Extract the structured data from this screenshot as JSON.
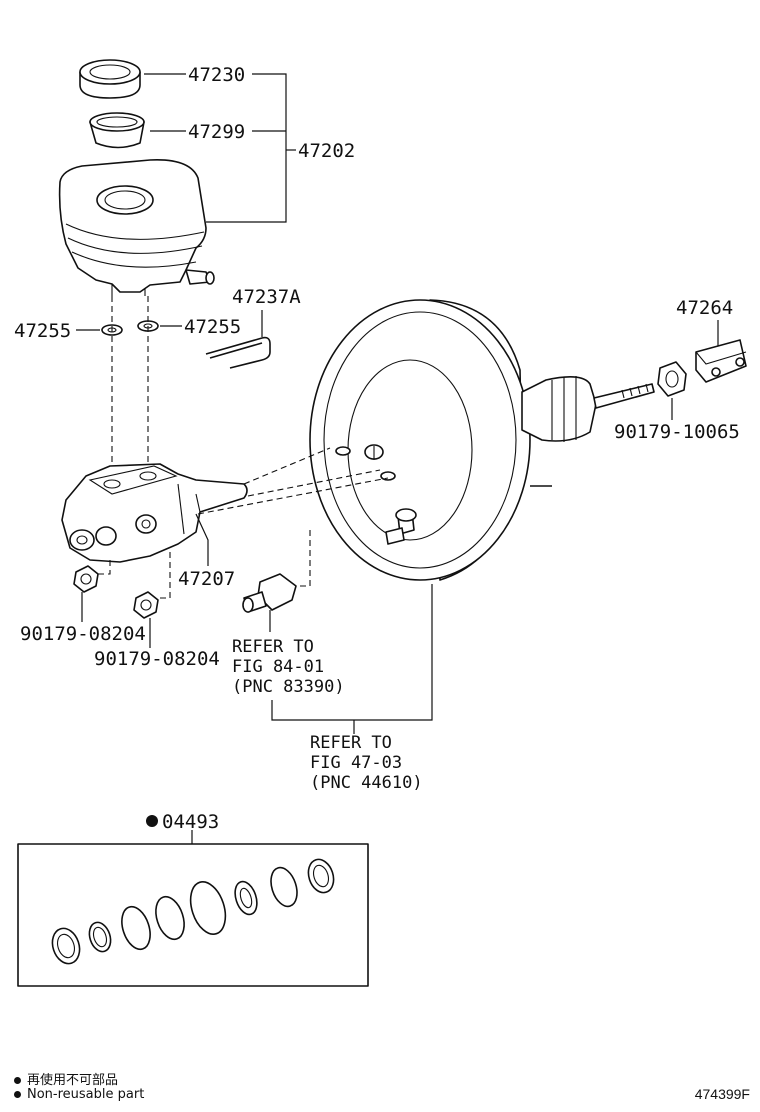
{
  "parts": {
    "reservoir_cap": "47230",
    "strainer": "47299",
    "reservoir_assy": "47202",
    "pin": "47237A",
    "grommet_left": "47255",
    "grommet_right": "47255",
    "clevis": "47264",
    "nut_clevis": "90179-10065",
    "master_cylinder": "47207",
    "nut_left": "90179-08204",
    "nut_right": "90179-08204",
    "kit": "04493"
  },
  "references": {
    "sensor": [
      "REFER TO",
      "FIG 84-01",
      "(PNC 83390)"
    ],
    "booster": [
      "REFER TO",
      "FIG 47-03",
      "(PNC 44610)"
    ]
  },
  "legend": {
    "line_jp": "再使用不可部品",
    "line_en": "Non-reusable part"
  },
  "diagram_id": "474399F"
}
